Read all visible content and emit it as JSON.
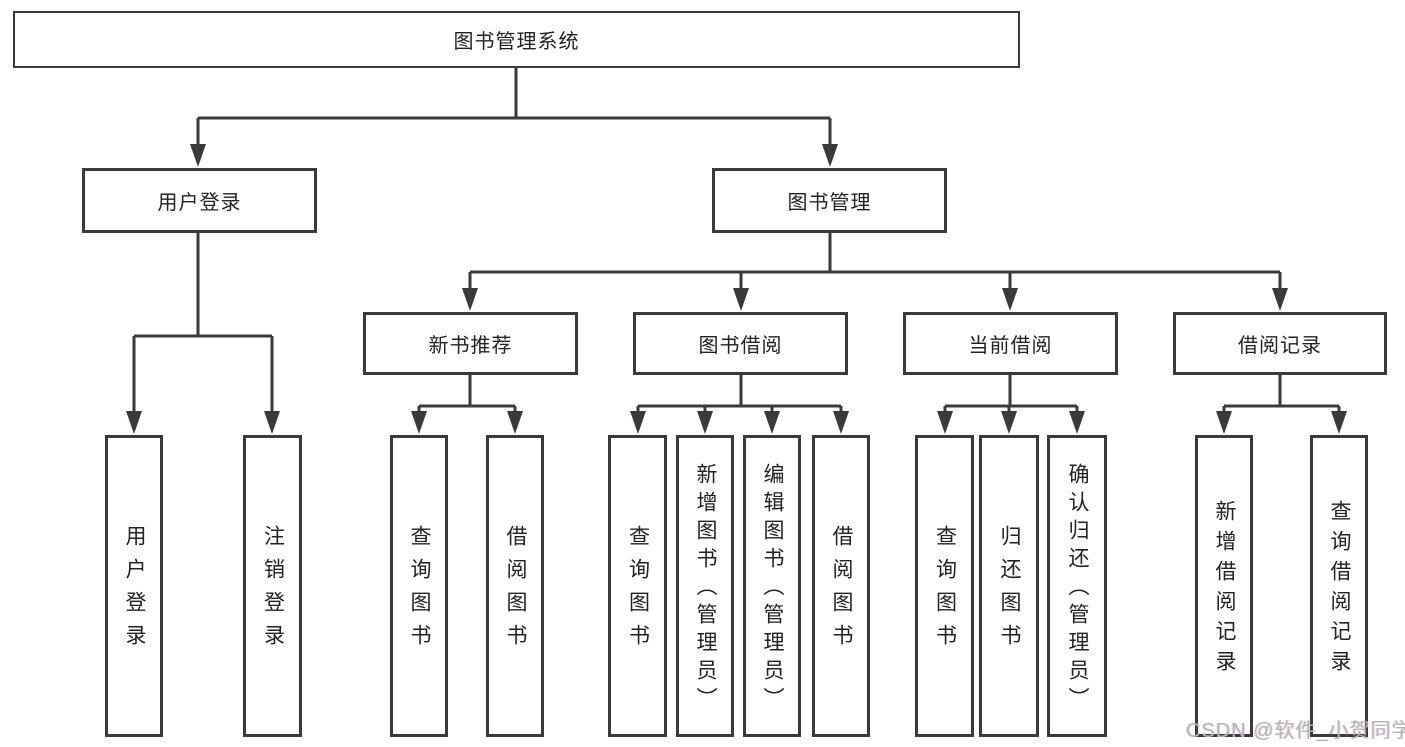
{
  "diagram_title": "图书管理系统",
  "colors": {
    "line": "#3a3a3a",
    "box_border": "#3a3a3a",
    "text": "#222222",
    "background": "#ffffff",
    "watermark": "#b5b5b5"
  },
  "tree": {
    "root": {
      "label": "图书管理系统"
    },
    "branches": [
      {
        "label": "用户登录",
        "children": [
          {
            "label": "用户登录"
          },
          {
            "label": "注销登录"
          }
        ]
      },
      {
        "label": "图书管理",
        "children": [
          {
            "label": "新书推荐",
            "children": [
              {
                "label": "查询图书"
              },
              {
                "label": "借阅图书"
              }
            ]
          },
          {
            "label": "图书借阅",
            "children": [
              {
                "label": "查询图书"
              },
              {
                "label": "新增图书（管理员）"
              },
              {
                "label": "编辑图书（管理员）"
              },
              {
                "label": "借阅图书"
              }
            ]
          },
          {
            "label": "当前借阅",
            "children": [
              {
                "label": "查询图书"
              },
              {
                "label": "归还图书"
              },
              {
                "label": "确认归还（管理员）"
              }
            ]
          },
          {
            "label": "借阅记录",
            "children": [
              {
                "label": "新增借阅记录"
              },
              {
                "label": "查询借阅记录"
              }
            ]
          }
        ]
      }
    ]
  },
  "watermark": {
    "text": "CSDN @软件_小贺同学"
  }
}
